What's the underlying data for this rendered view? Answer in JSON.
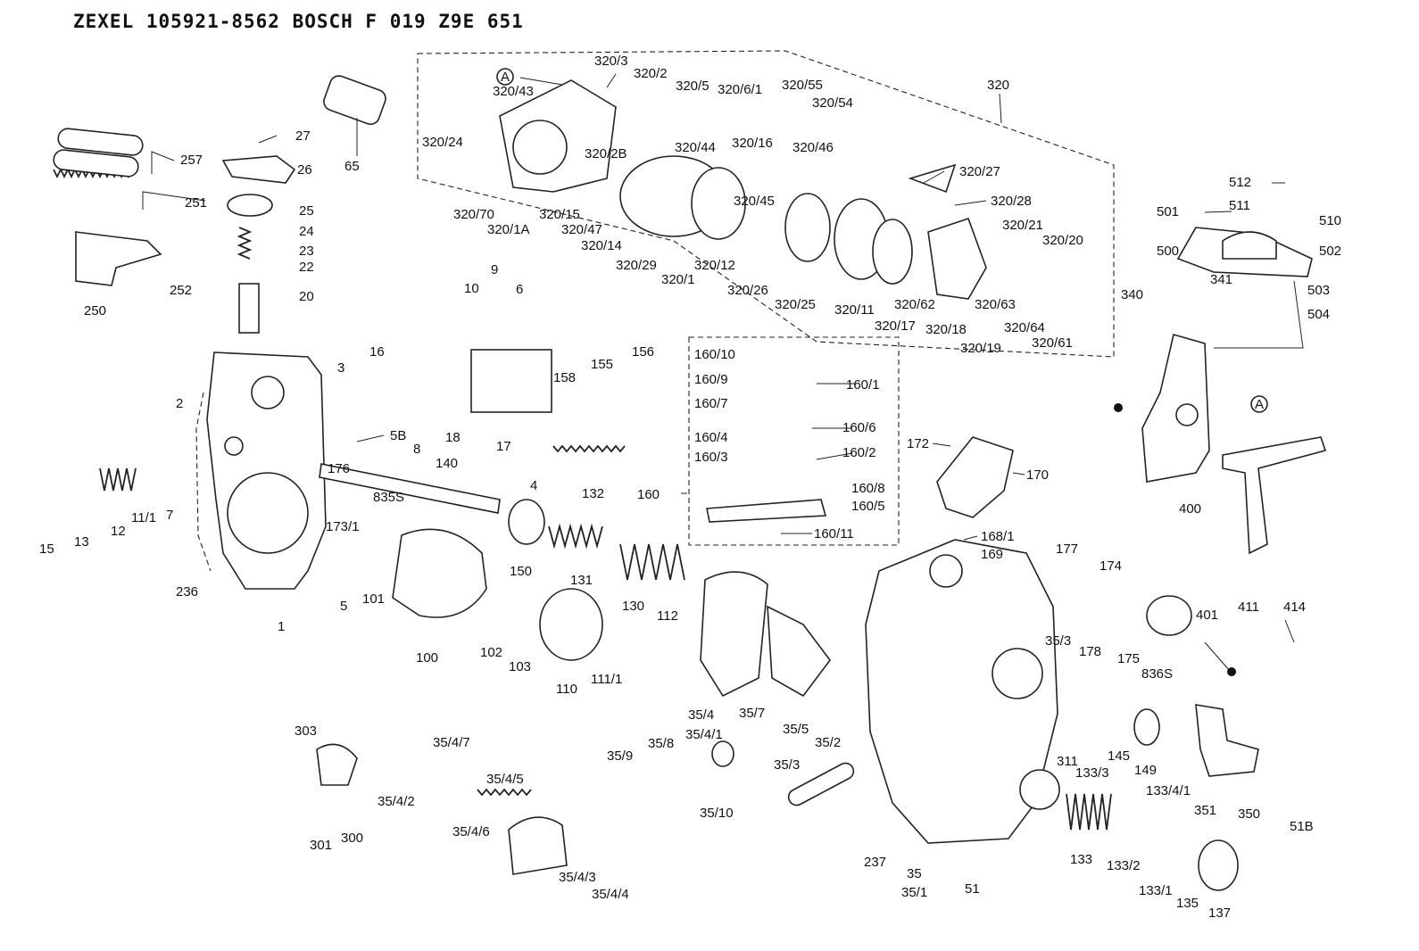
{
  "title": "ZEXEL  105921-8562  BOSCH  F 019 Z9E 651",
  "callouts": [
    {
      "id": "320/3",
      "text": "320/3"
    },
    {
      "id": "320/2",
      "text": "320/2"
    },
    {
      "id": "320/5",
      "text": "320/5"
    },
    {
      "id": "320/6/1",
      "text": "320/6/1"
    },
    {
      "id": "320/55",
      "text": "320/55"
    },
    {
      "id": "320",
      "text": "320"
    },
    {
      "id": "320/43",
      "text": "320/43"
    },
    {
      "id": "320/54",
      "text": "320/54"
    },
    {
      "id": "320/44",
      "text": "320/44"
    },
    {
      "id": "320/16",
      "text": "320/16"
    },
    {
      "id": "320/46",
      "text": "320/46"
    },
    {
      "id": "320/24",
      "text": "320/24"
    },
    {
      "id": "320/2B",
      "text": "320/2B"
    },
    {
      "id": "320/27",
      "text": "320/27"
    },
    {
      "id": "320/28",
      "text": "320/28"
    },
    {
      "id": "320/45",
      "text": "320/45"
    },
    {
      "id": "320/70",
      "text": "320/70"
    },
    {
      "id": "320/1A",
      "text": "320/1A"
    },
    {
      "id": "320/15",
      "text": "320/15"
    },
    {
      "id": "320/47",
      "text": "320/47"
    },
    {
      "id": "320/14",
      "text": "320/14"
    },
    {
      "id": "320/21",
      "text": "320/21"
    },
    {
      "id": "320/20",
      "text": "320/20"
    },
    {
      "id": "320/29",
      "text": "320/29"
    },
    {
      "id": "320/1",
      "text": "320/1"
    },
    {
      "id": "320/12",
      "text": "320/12"
    },
    {
      "id": "320/26",
      "text": "320/26"
    },
    {
      "id": "320/25",
      "text": "320/25"
    },
    {
      "id": "320/11",
      "text": "320/11"
    },
    {
      "id": "320/62",
      "text": "320/62"
    },
    {
      "id": "320/63",
      "text": "320/63"
    },
    {
      "id": "320/64",
      "text": "320/64"
    },
    {
      "id": "320/17",
      "text": "320/17"
    },
    {
      "id": "320/18",
      "text": "320/18"
    },
    {
      "id": "320/61",
      "text": "320/61"
    },
    {
      "id": "320/19",
      "text": "320/19"
    },
    {
      "id": "27",
      "text": "27"
    },
    {
      "id": "257",
      "text": "257"
    },
    {
      "id": "26",
      "text": "26"
    },
    {
      "id": "65",
      "text": "65"
    },
    {
      "id": "251",
      "text": "251"
    },
    {
      "id": "25",
      "text": "25"
    },
    {
      "id": "24",
      "text": "24"
    },
    {
      "id": "23",
      "text": "23"
    },
    {
      "id": "22",
      "text": "22"
    },
    {
      "id": "252",
      "text": "252"
    },
    {
      "id": "20",
      "text": "20"
    },
    {
      "id": "250",
      "text": "250"
    },
    {
      "id": "512",
      "text": "512"
    },
    {
      "id": "501",
      "text": "501"
    },
    {
      "id": "511",
      "text": "511"
    },
    {
      "id": "510",
      "text": "510"
    },
    {
      "id": "500",
      "text": "500"
    },
    {
      "id": "502",
      "text": "502"
    },
    {
      "id": "341",
      "text": "341"
    },
    {
      "id": "503",
      "text": "503"
    },
    {
      "id": "340",
      "text": "340"
    },
    {
      "id": "504",
      "text": "504"
    },
    {
      "id": "9",
      "text": "9"
    },
    {
      "id": "10",
      "text": "10"
    },
    {
      "id": "6",
      "text": "6"
    },
    {
      "id": "160/10",
      "text": "160/10"
    },
    {
      "id": "160/9",
      "text": "160/9"
    },
    {
      "id": "160/1",
      "text": "160/1"
    },
    {
      "id": "160/7",
      "text": "160/7"
    },
    {
      "id": "160/6",
      "text": "160/6"
    },
    {
      "id": "160/4",
      "text": "160/4"
    },
    {
      "id": "160/2",
      "text": "160/2"
    },
    {
      "id": "160/3",
      "text": "160/3"
    },
    {
      "id": "160/8",
      "text": "160/8"
    },
    {
      "id": "160/5",
      "text": "160/5"
    },
    {
      "id": "160",
      "text": "160"
    },
    {
      "id": "160/11",
      "text": "160/11"
    },
    {
      "id": "155",
      "text": "155"
    },
    {
      "id": "156",
      "text": "156"
    },
    {
      "id": "16",
      "text": "16"
    },
    {
      "id": "3",
      "text": "3"
    },
    {
      "id": "158",
      "text": "158"
    },
    {
      "id": "2",
      "text": "2"
    },
    {
      "id": "5B",
      "text": "5B"
    },
    {
      "id": "8",
      "text": "8"
    },
    {
      "id": "18",
      "text": "18"
    },
    {
      "id": "17",
      "text": "17"
    },
    {
      "id": "4",
      "text": "4"
    },
    {
      "id": "132",
      "text": "132"
    },
    {
      "id": "172",
      "text": "172"
    },
    {
      "id": "170",
      "text": "170"
    },
    {
      "id": "400",
      "text": "400"
    },
    {
      "id": "176",
      "text": "176"
    },
    {
      "id": "140",
      "text": "140"
    },
    {
      "id": "835S",
      "text": "835S"
    },
    {
      "id": "173/1",
      "text": "173/1"
    },
    {
      "id": "15",
      "text": "15"
    },
    {
      "id": "13",
      "text": "13"
    },
    {
      "id": "12",
      "text": "12"
    },
    {
      "id": "11/1",
      "text": "11/1"
    },
    {
      "id": "7",
      "text": "7"
    },
    {
      "id": "168/1",
      "text": "168/1"
    },
    {
      "id": "169",
      "text": "169"
    },
    {
      "id": "150",
      "text": "150"
    },
    {
      "id": "131",
      "text": "131"
    },
    {
      "id": "130",
      "text": "130"
    },
    {
      "id": "177",
      "text": "177"
    },
    {
      "id": "174",
      "text": "174"
    },
    {
      "id": "236",
      "text": "236"
    },
    {
      "id": "101",
      "text": "101"
    },
    {
      "id": "5",
      "text": "5"
    },
    {
      "id": "1",
      "text": "1"
    },
    {
      "id": "401",
      "text": "401"
    },
    {
      "id": "411",
      "text": "411"
    },
    {
      "id": "414",
      "text": "414"
    },
    {
      "id": "112",
      "text": "112"
    },
    {
      "id": "100",
      "text": "100"
    },
    {
      "id": "102",
      "text": "102"
    },
    {
      "id": "103",
      "text": "103"
    },
    {
      "id": "110",
      "text": "110"
    },
    {
      "id": "111/1",
      "text": "111/1"
    },
    {
      "id": "35/3a",
      "text": "35/3"
    },
    {
      "id": "178",
      "text": "178"
    },
    {
      "id": "175",
      "text": "175"
    },
    {
      "id": "836S",
      "text": "836S"
    },
    {
      "id": "35/4",
      "text": "35/4"
    },
    {
      "id": "35/7",
      "text": "35/7"
    },
    {
      "id": "35/5",
      "text": "35/5"
    },
    {
      "id": "303",
      "text": "303"
    },
    {
      "id": "35/4/7",
      "text": "35/4/7"
    },
    {
      "id": "35/9",
      "text": "35/9"
    },
    {
      "id": "35/8",
      "text": "35/8"
    },
    {
      "id": "35/4/1",
      "text": "35/4/1"
    },
    {
      "id": "35/2",
      "text": "35/2"
    },
    {
      "id": "311",
      "text": "311"
    },
    {
      "id": "145",
      "text": "145"
    },
    {
      "id": "149",
      "text": "149"
    },
    {
      "id": "133/3",
      "text": "133/3"
    },
    {
      "id": "133/4/1",
      "text": "133/4/1"
    },
    {
      "id": "35/4/5",
      "text": "35/4/5"
    },
    {
      "id": "35/3b",
      "text": "35/3"
    },
    {
      "id": "351",
      "text": "351"
    },
    {
      "id": "350",
      "text": "350"
    },
    {
      "id": "35/4/2",
      "text": "35/4/2"
    },
    {
      "id": "35/10",
      "text": "35/10"
    },
    {
      "id": "51B",
      "text": "51B"
    },
    {
      "id": "35/4/6",
      "text": "35/4/6"
    },
    {
      "id": "300",
      "text": "300"
    },
    {
      "id": "301",
      "text": "301"
    },
    {
      "id": "237",
      "text": "237"
    },
    {
      "id": "133",
      "text": "133"
    },
    {
      "id": "133/2",
      "text": "133/2"
    },
    {
      "id": "35/4/3",
      "text": "35/4/3"
    },
    {
      "id": "35",
      "text": "35"
    },
    {
      "id": "51",
      "text": "51"
    },
    {
      "id": "133/1",
      "text": "133/1"
    },
    {
      "id": "35/4/4",
      "text": "35/4/4"
    },
    {
      "id": "35/1",
      "text": "35/1"
    },
    {
      "id": "135",
      "text": "135"
    },
    {
      "id": "137",
      "text": "137"
    }
  ],
  "markers": [
    {
      "id": "A-top",
      "text": "A"
    },
    {
      "id": "A-right",
      "text": "A"
    }
  ]
}
